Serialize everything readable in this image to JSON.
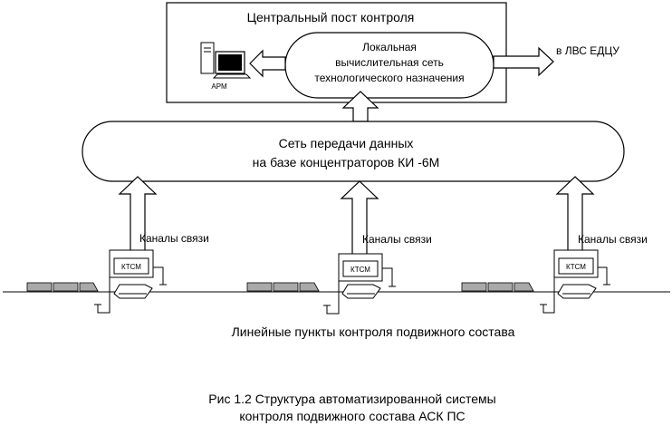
{
  "central_post": {
    "title": "Центральный пост контроля",
    "lan_lines": [
      "Локальная",
      "вычислительная сеть",
      "технологического назначения"
    ],
    "workstation_label": "АРМ",
    "external_link_label": "в ЛВС ЕДЦУ"
  },
  "network": {
    "lines": [
      "Сеть передачи данных",
      "на базе  концентраторов КИ   -6М"
    ]
  },
  "line_points": [
    {
      "device_label": "КТСМ",
      "channels_label": "Каналы связи"
    },
    {
      "device_label": "КТСМ",
      "channels_label": "Каналы связи"
    },
    {
      "device_label": "КТСМ",
      "channels_label": "Каналы связи"
    }
  ],
  "line_points_caption": "Линейные пункты контроля подвижного состава",
  "figure_caption": [
    "Рис 1.2  Структура автоматизированной системы",
    "контроля подвижного состава АСК ПС"
  ],
  "colors": {
    "wagon_fill": "#a9a9a9",
    "monitor_screen": "#000000",
    "line": "#000000"
  }
}
